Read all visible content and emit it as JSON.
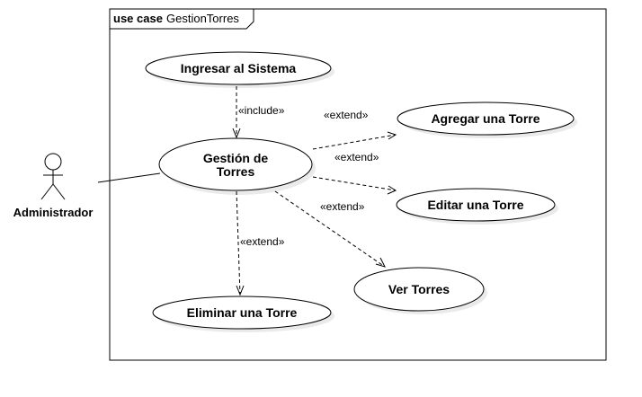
{
  "frame": {
    "keyword": "use case",
    "name": "GestionTorres"
  },
  "actor": {
    "name": "Administrador"
  },
  "use_cases": {
    "ingresar": "Ingresar al Sistema",
    "gestion_line1": "Gestión de",
    "gestion_line2": "Torres",
    "agregar": "Agregar una Torre",
    "editar": "Editar una Torre",
    "ver": "Ver Torres",
    "eliminar": "Eliminar una Torre"
  },
  "relationships": {
    "include": "«include»",
    "extend_agregar": "«extend»",
    "extend_editar": "«extend»",
    "extend_ver": "«extend»",
    "extend_eliminar": "«extend»"
  }
}
